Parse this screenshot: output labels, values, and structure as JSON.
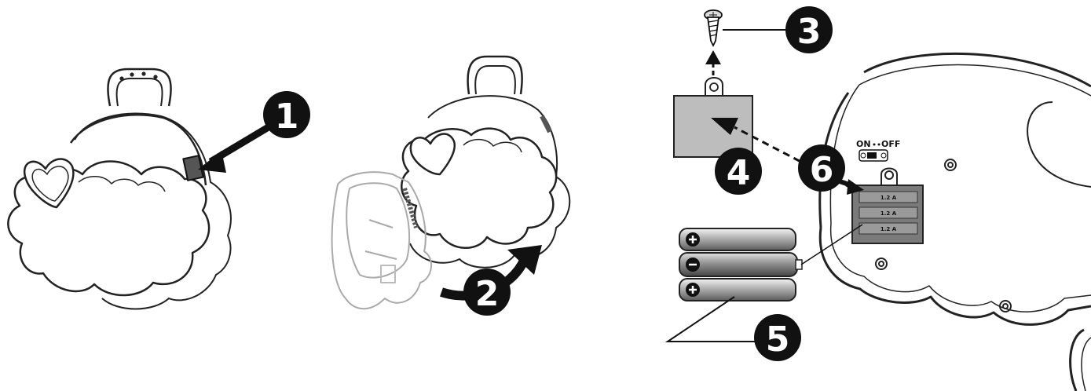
{
  "steps": [
    "1",
    "2",
    "3",
    "4",
    "5",
    "6"
  ],
  "switch": {
    "on": "ON",
    "off": "OFF"
  },
  "battery": {
    "label": "1.2 A"
  }
}
